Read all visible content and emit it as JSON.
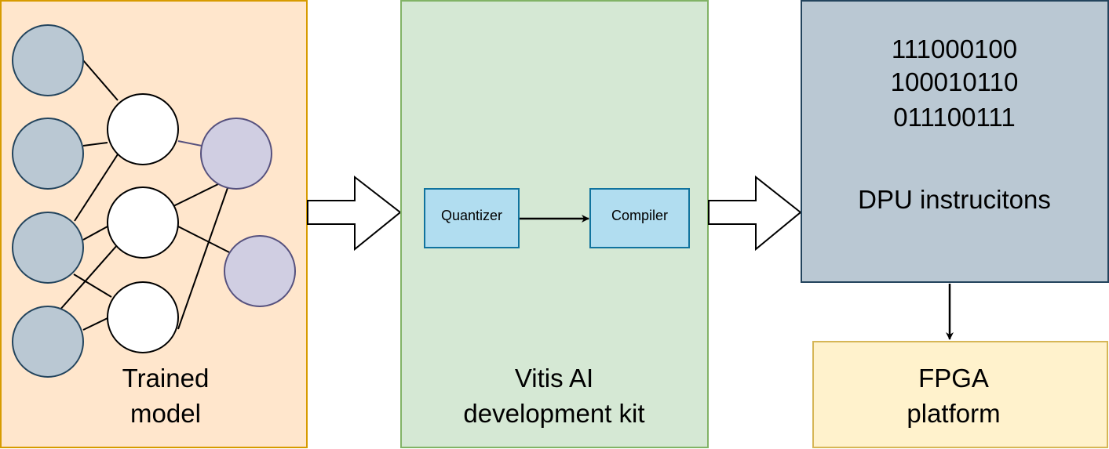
{
  "trained_model": {
    "label_line1": "Trained",
    "label_line2": "model"
  },
  "vitis": {
    "quantizer": "Quantizer",
    "compiler": "Compiler",
    "label_line1": "Vitis AI",
    "label_line2": "development kit"
  },
  "dpu": {
    "binary_line1": "111000100",
    "binary_line2": "100010110",
    "binary_line3": "011100111",
    "label": "DPU instrucitons"
  },
  "fpga": {
    "label_line1": "FPGA",
    "label_line2": "platform"
  },
  "colors": {
    "trained_fill": "#ffe6cc",
    "trained_stroke": "#d79b00",
    "vitis_fill": "#d5e8d4",
    "vitis_stroke": "#82b366",
    "tool_fill": "#b1ddf0",
    "tool_stroke": "#10739e",
    "dpu_fill": "#bac8d3",
    "dpu_stroke": "#23445d",
    "fpga_fill": "#fff2cc",
    "fpga_stroke": "#d6b656",
    "input_node_fill": "#bac8d3",
    "input_node_stroke": "#23445d",
    "hidden_node_fill": "#ffffff",
    "output_node_fill": "#d0cee2",
    "output_node_stroke": "#56517e"
  }
}
